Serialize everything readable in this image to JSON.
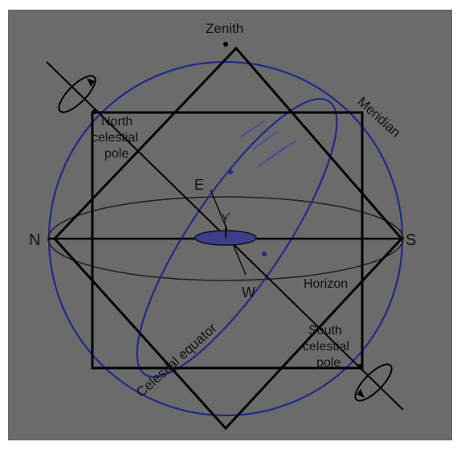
{
  "labels": {
    "zenith": "Zenith",
    "meridian": "Meridian",
    "north_celestial_pole": [
      "North",
      "celestial",
      "pole"
    ],
    "south_celestial_pole": [
      "South",
      "celestial",
      "pole"
    ],
    "north": "N",
    "south": "S",
    "east": "E",
    "west": "W",
    "horizon": "Horizon",
    "celestial_equator": "Celestial equator",
    "observer": "γ'"
  },
  "colors": {
    "background": "#6b6b6b",
    "meridian_circle": "#1f2a8a",
    "celestial_equator": "#1f2a8a",
    "frame_lines": "#000000",
    "horizon_ellipse": "#222222",
    "observer_disk": "#3b3f8a"
  }
}
